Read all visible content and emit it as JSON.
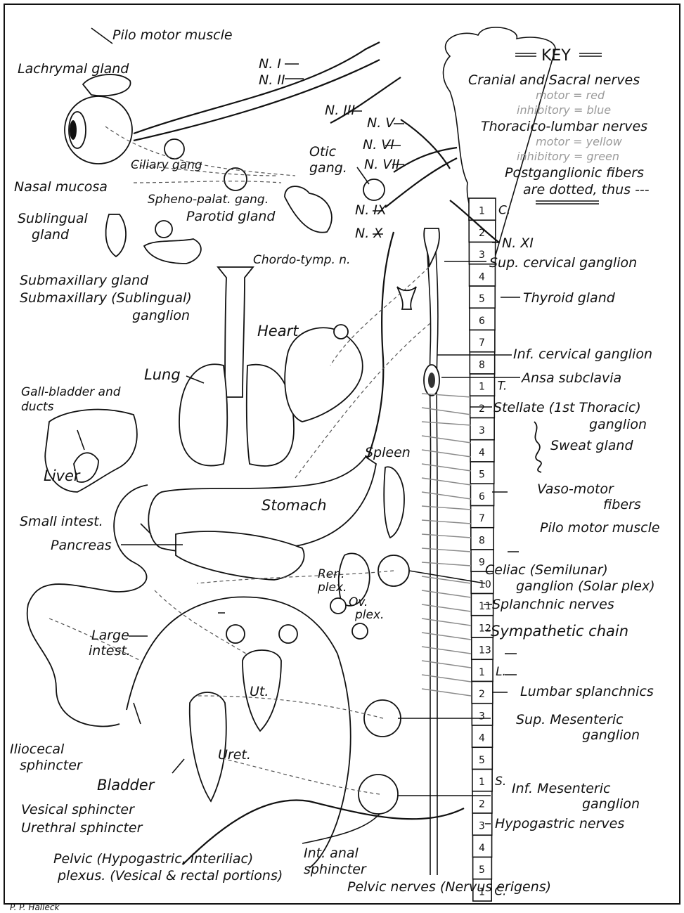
{
  "key": {
    "title": "KEY",
    "cranial_sacral": "Cranial and Sacral nerves",
    "cs_motor": "motor = red",
    "cs_inhibitory": "inhibitory = blue",
    "thoracico_lumbar": "Thoracico-lumbar nerves",
    "tl_motor": "motor = yellow",
    "tl_inhibitory": "inhibitory = green",
    "postganglionic_1": "Postganglionic fibers",
    "postganglionic_2": "are dotted, thus ---"
  },
  "labels": {
    "pilo_motor_top": "Pilo motor muscle",
    "lachrymal": "Lachrymal gland",
    "n1": "N. I",
    "n2": "N. II",
    "n3": "N. III",
    "n5": "N. V",
    "n6": "N. VI",
    "n7": "N. VII",
    "n9": "N. IX",
    "n10": "N. X",
    "n11": "N. XI",
    "ciliary": "Ciliary gang",
    "otic_1": "Otic",
    "otic_2": "gang.",
    "nasal": "Nasal mucosa",
    "spheno": "Spheno-palat. gang.",
    "parotid": "Parotid gland",
    "sublingual_1": "Sublingual",
    "sublingual_2": "gland",
    "chordo": "Chordo-tymp. n.",
    "submax_gland": "Submaxillary gland",
    "submax_gang_1": "Submaxillary (Sublingual)",
    "submax_gang_2": "ganglion",
    "sup_cervical": "Sup. cervical ganglion",
    "thyroid": "Thyroid gland",
    "heart": "Heart",
    "inf_cervical": "Inf. cervical ganglion",
    "lung": "Lung",
    "ansa": "Ansa subclavia",
    "gall_1": "Gall-bladder and",
    "gall_2": "ducts",
    "stellate_1": "Stellate (1st Thoracic)",
    "stellate_2": "ganglion",
    "sweat": "Sweat gland",
    "liver": "Liver",
    "spleen": "Spleen",
    "vaso_1": "Vaso-motor",
    "vaso_2": "fibers",
    "small_intest": "Small intest.",
    "stomach": "Stomach",
    "pilo_motor_right": "Pilo motor muscle",
    "pancreas": "Pancreas",
    "ren_1": "Ren.",
    "ren_2": "plex.",
    "celiac_1": "Celiac (Semilunar)",
    "celiac_2": "ganglion (Solar plex)",
    "ov_1": "Ov.",
    "ov_2": "plex.",
    "splanchnic": "Splanchnic nerves",
    "large_1": "Large",
    "large_2": "intest.",
    "sympathetic": "Sympathetic chain",
    "ut": "Ut.",
    "lumbar_splanchnics": "Lumbar splanchnics",
    "sup_mes_1": "Sup. Mesenteric",
    "sup_mes_2": "ganglion",
    "iliocecal_1": "Iliocecal",
    "iliocecal_2": "sphincter",
    "uret": "Uret.",
    "bladder": "Bladder",
    "inf_mes_1": "Inf. Mesenteric",
    "inf_mes_2": "ganglion",
    "vesical": "Vesical sphincter",
    "urethral": "Urethral sphincter",
    "hypogastric": "Hypogastric nerves",
    "pelvic_plex_1": "Pelvic (Hypogastric, interiliac)",
    "pelvic_plex_2": "plexus. (Vesical & rectal portions)",
    "int_anal_1": "Int. anal",
    "int_anal_2": "sphincter",
    "pelvic_nerves": "Pelvic nerves (Nervus erigens)",
    "signature": "P. P. Halleck"
  },
  "spine": {
    "cervical_letter": "C.",
    "thoracic_letter": "T.",
    "lumbar_letter": "L.",
    "sacral_letter": "S.",
    "coccyx_letter": "C.",
    "cervical": [
      "1",
      "2",
      "3",
      "4",
      "5",
      "6",
      "7",
      "8"
    ],
    "thoracic": [
      "1",
      "2",
      "3",
      "4",
      "5",
      "6",
      "7",
      "8",
      "9",
      "10",
      "11",
      "12",
      "13"
    ],
    "lumbar": [
      "1",
      "2",
      "3",
      "4",
      "5"
    ],
    "sacral": [
      "1",
      "2",
      "3",
      "4",
      "5"
    ],
    "coccygeal": [
      "1"
    ]
  }
}
